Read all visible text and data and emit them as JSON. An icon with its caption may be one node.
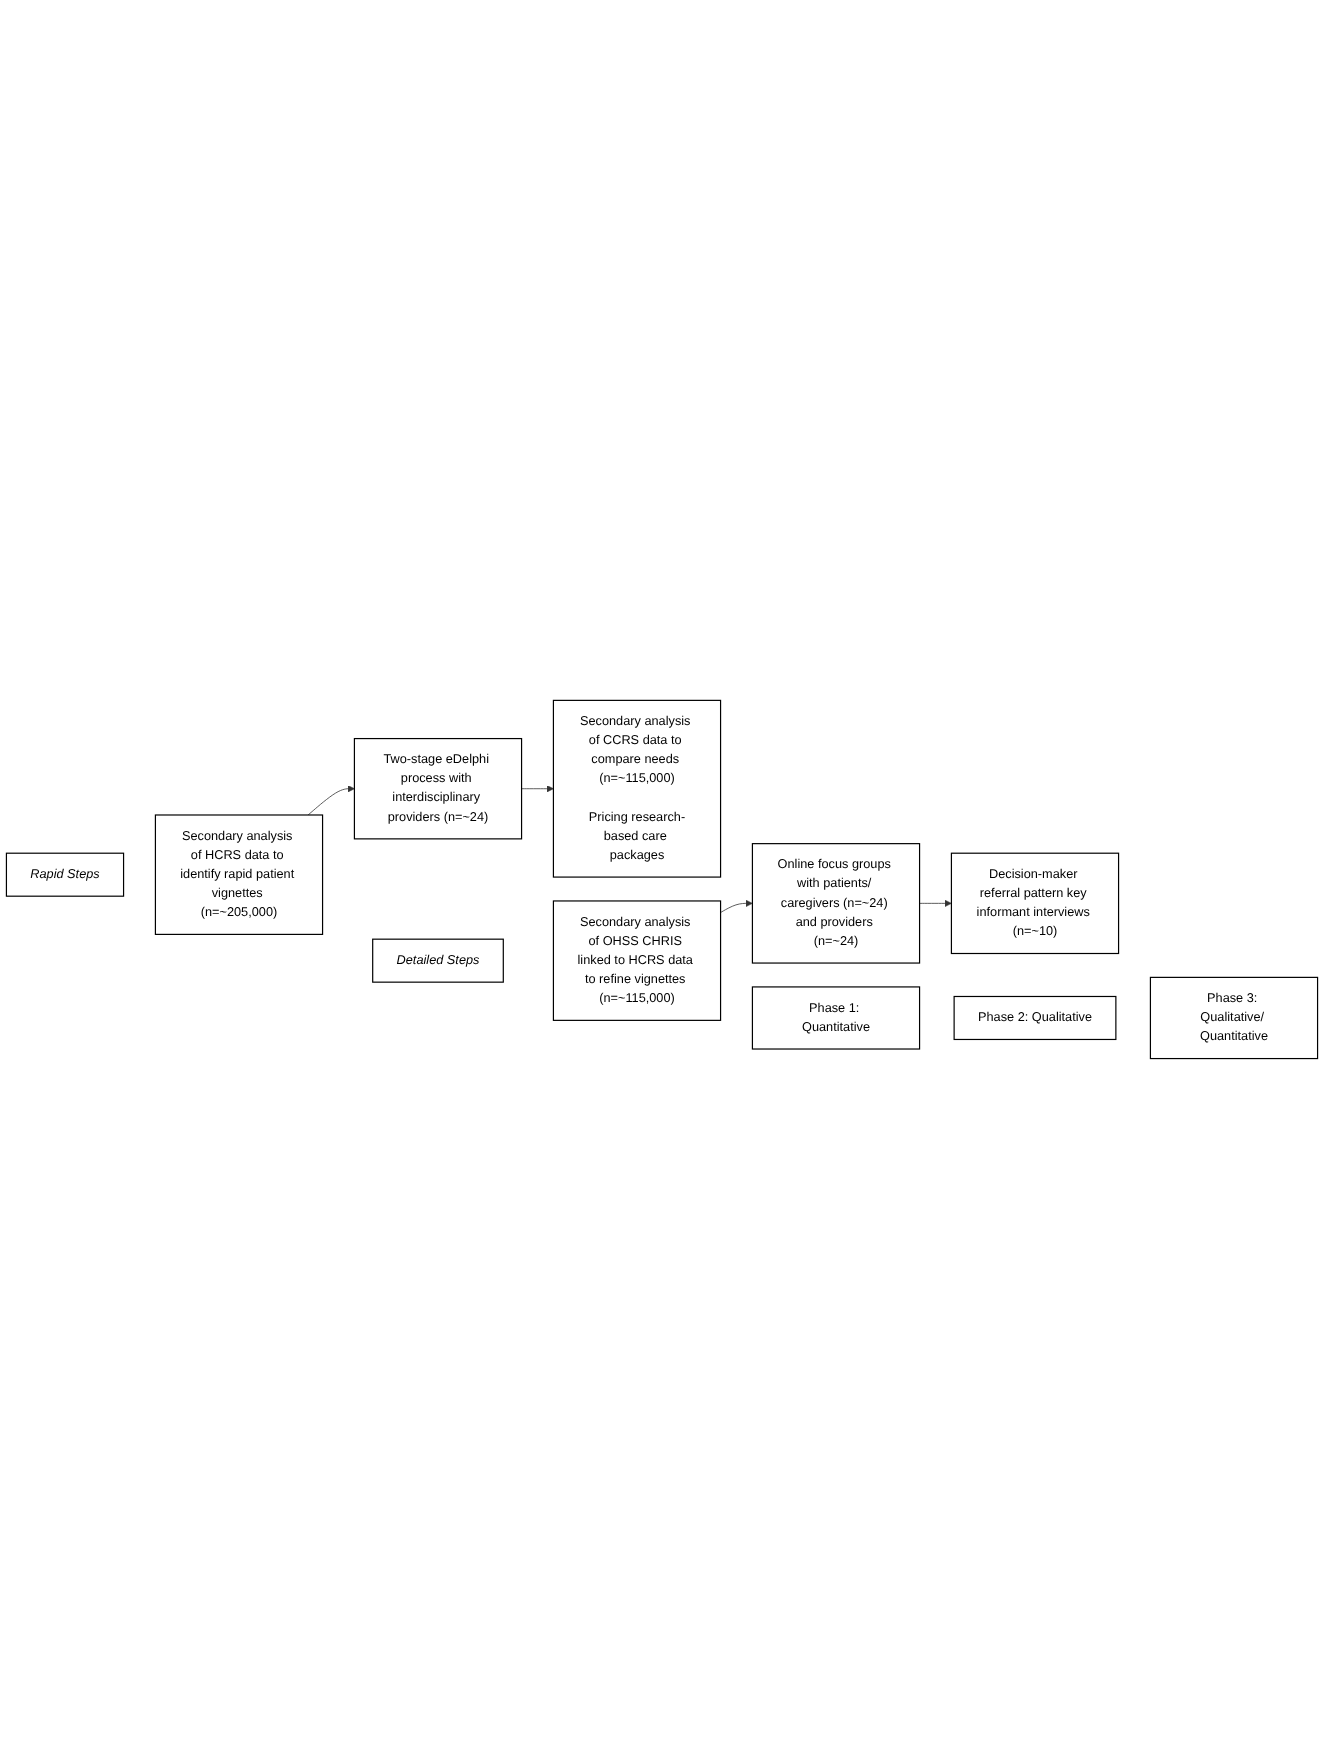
{
  "diagram": {
    "nodes": [
      {
        "text": [
          "Rapid Steps"
        ]
      },
      {
        "text": [
          "Secondary analysis of HCRS data to identify rapid patient vignettes (n=~205,000)"
        ]
      },
      {
        "text": [
          "Two-stage eDelphi process with interdisciplinary providers (n=~24)"
        ]
      },
      {
        "text": [
          "Secondary analysis of CCRS data to compare needs (n=~115,000)",
          "Pricing research-based care packages"
        ]
      },
      {
        "text": [
          "Detailed Steps"
        ]
      },
      {
        "text": [
          "Secondary analysis of OHSS CHRIS linked to HCRS data to refine vignettes (n=~115,000)"
        ]
      },
      {
        "text": [
          "Online focus groups with patients/ caregivers (n=~24) and providers (n=~24)"
        ]
      },
      {
        "text": [
          "Decision-maker referral pattern key informant interviews (n=~10)"
        ]
      },
      {
        "text": [
          "Phase 1: Quantitative"
        ]
      },
      {
        "text": [
          "Phase 2: Qualitative"
        ]
      },
      {
        "text": [
          "Phase 3: Qualitative/ Quantitative"
        ]
      }
    ],
    "edges": [
      {
        "from": 1,
        "to": 2,
        "arrow": "to"
      },
      {
        "from": 2,
        "to": 3,
        "arrow": "to"
      },
      {
        "from": 5,
        "to": 6,
        "arrow": "to"
      },
      {
        "from": 6,
        "to": 7,
        "arrow": "to"
      }
    ]
  }
}
